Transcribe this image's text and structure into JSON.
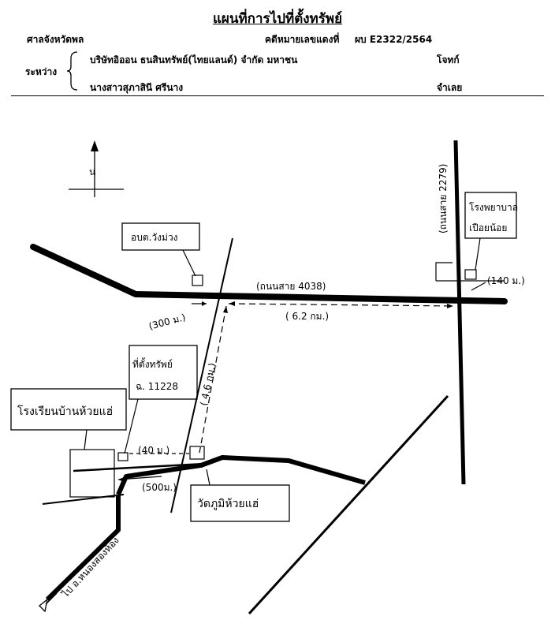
{
  "header": {
    "title": "แผนที่การไปที่ตั้งทรัพย์",
    "court": "ศาลจังหวัดพล",
    "case_label": "คดีหมายเลขแดงที่",
    "case_number": "ผบ E2322/2564",
    "between": "ระหว่าง",
    "plaintiff": "บริษัทอิออน ธนสินทรัพย์(ไทยแลนด์) จำกัด มหาชน",
    "plaintiff_role": "โจทก์",
    "defendant": "นางสาวสุภาสินี ศรีนาง",
    "defendant_role": "จำเลย"
  },
  "map": {
    "north_label": "น",
    "north_icon": "north-arrow-icon",
    "road_4038": "(ถนนสาย 4038)",
    "road_2279": "(ถนนสาย 2279)",
    "road_to_nong_song_hong": "ไป อ.หนองสองห้อง",
    "place_obt": "อบต.วังม่วง",
    "place_hospital_line1": "โรงพยาบาล",
    "place_hospital_line2": "เปือยน้อย",
    "place_school": "โรงเรียนบ้านห้วยแฮ่",
    "place_temple": "วัดภูมิห้วยแฮ่",
    "property_line1": "ที่ตั้งทรัพย์",
    "property_line2": "ฉ. 11228",
    "dist_140m": "(140 ม.)",
    "dist_6_2km": "( 6.2 กม.)",
    "dist_300m": "(300 ม.)",
    "dist_4_6km": "( 4.6 กม.)",
    "dist_40m": "(40 ม.)",
    "dist_500m": "(500ม.)"
  }
}
